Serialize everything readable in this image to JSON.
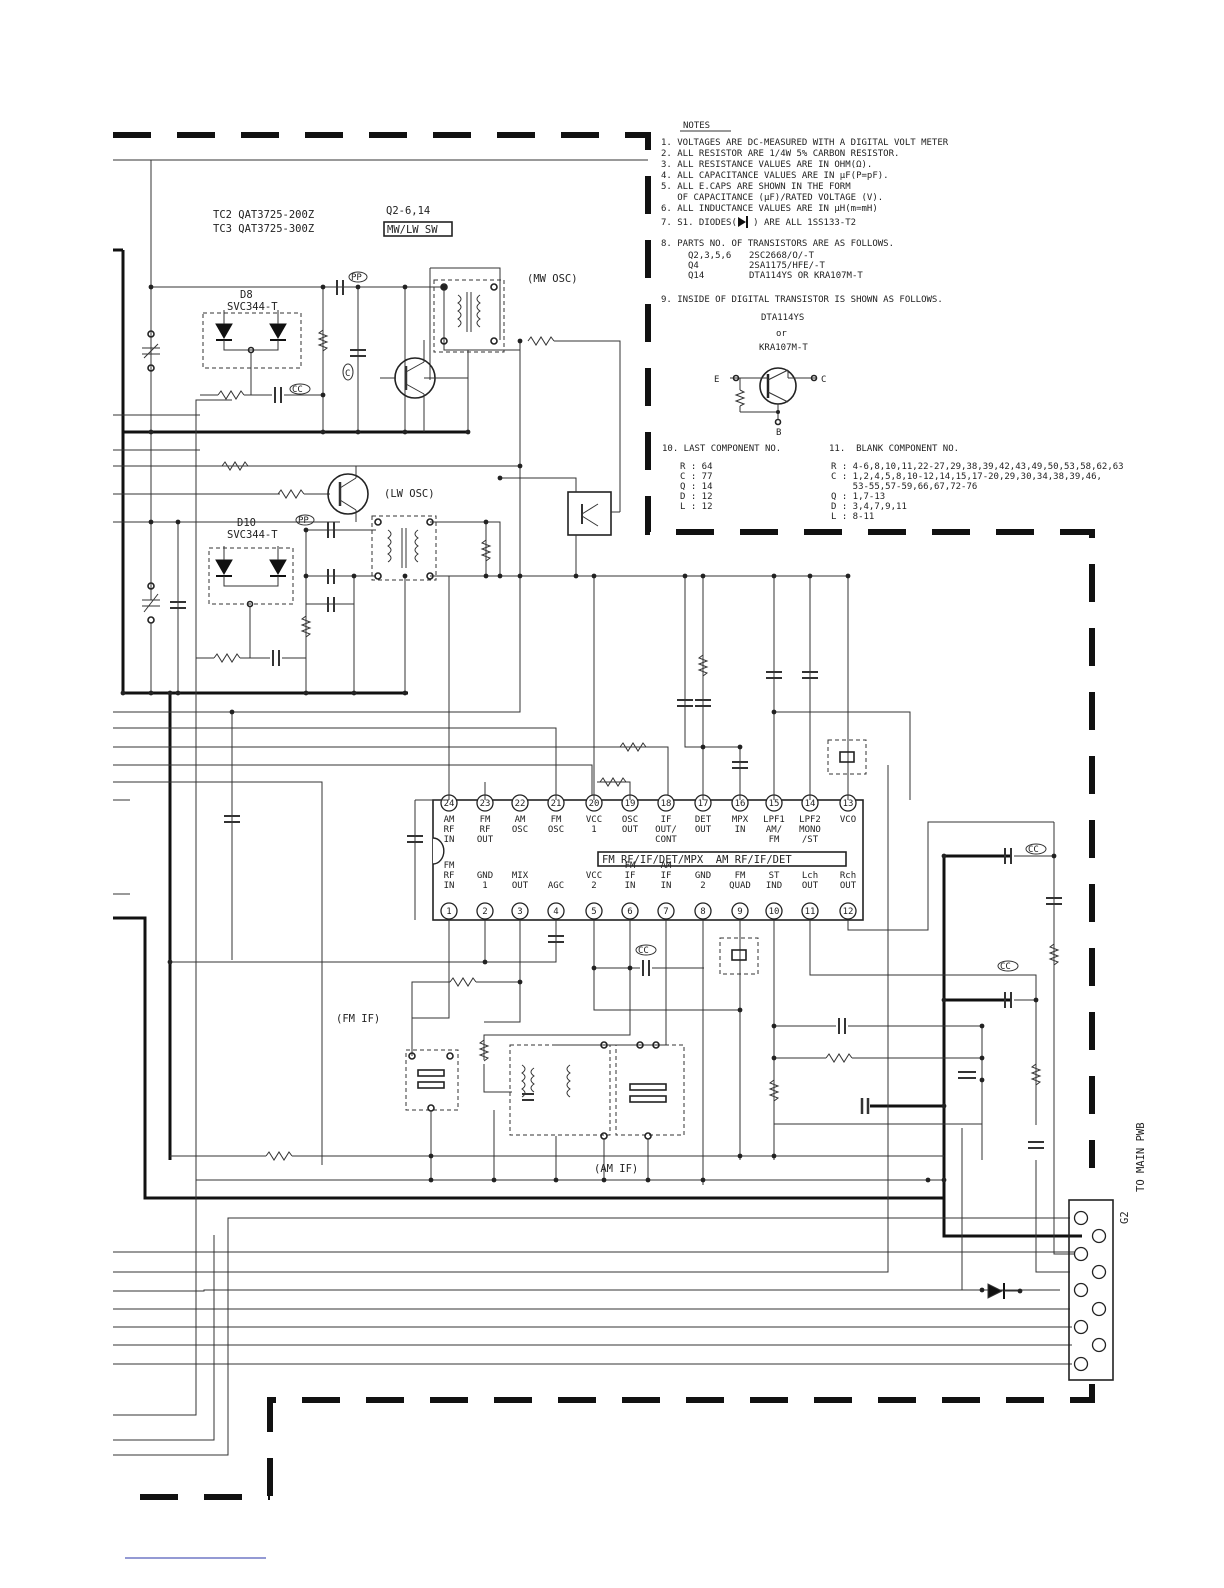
{
  "notes": {
    "title": "NOTES",
    "lines": [
      "1. VOLTAGES ARE DC-MEASURED WITH A DIGITAL VOLT METER",
      "2. ALL RESISTOR ARE 1/4W  5% CARBON RESISTOR.",
      "3. ALL RESISTANCE VALUES ARE IN OHM(Ω).",
      "4. ALL CAPACITANCE VALUES ARE IN μF(P=pF).",
      "5. ALL E.CAPS ARE SHOWN IN THE FORM",
      "   OF CAPACITANCE (μF)/RATED VOLTAGE (V).",
      "6. ALL INDUCTANCE VALUES ARE IN μH(m=mH)",
      "7. S1. DIODES(   ) ARE ALL 1SS133-T2"
    ],
    "transistor_heading": "8. PARTS NO. OF TRANSISTORS ARE AS FOLLOWS.",
    "transistors": [
      {
        "ref": "Q2,3,5,6",
        "part": "2SC2668/O/-T"
      },
      {
        "ref": "Q4",
        "part": "2SA1175/HFE/-T"
      },
      {
        "ref": "Q14",
        "part": "DTA114YS OR KRA107M-T"
      }
    ],
    "digital_heading": "9. INSIDE OF DIGITAL TRANSISTOR IS SHOWN AS FOLLOWS.",
    "digital_part1": "DTA114YS",
    "digital_or": "or",
    "digital_part2": "KRA107M-T",
    "pin_e": "E",
    "pin_c": "C",
    "pin_b": "B",
    "last_heading": "10. LAST COMPONENT NO.",
    "last": [
      "R : 64",
      "C : 77",
      "Q : 14",
      "D : 12",
      "L : 12"
    ],
    "blank_heading": "11.  BLANK COMPONENT NO.",
    "blank": [
      "R : 4-6,8,10,11,22-27,29,38,39,42,43,49,50,53,58,62,63",
      "C : 1,2,4,5,8,10-12,14,15,17-20,29,30,34,38,39,46,",
      "    53-55,57-59,66,67,72-76",
      "Q : 1,7-13",
      "D : 3,4,7,9,11",
      "L : 8-11"
    ]
  },
  "labels": {
    "tc2": "TC2 QAT3725-200Z",
    "tc3": "TC3 QAT3725-300Z",
    "q_ref": "Q2-6,14",
    "switch": "MW/LW SW",
    "mw_osc": "(MW OSC)",
    "lw_osc": "(LW OSC)",
    "d8": "D8",
    "d8_part": "SVC344-T",
    "d10": "D10",
    "d10_part": "SVC344-T",
    "fm_if": "(FM IF)",
    "am_if": "(AM IF)",
    "to_main": "TO MAIN PWB",
    "g2": "G2",
    "pp": "PP",
    "cc": "CC",
    "c": "C",
    "ic_title": "FM RF/IF/DET/MPX  AM RF/IF/DET"
  },
  "ic_top_pins": [
    {
      "num": "24",
      "label": "AM\nRF\nIN"
    },
    {
      "num": "23",
      "label": "FM\nRF\nOUT"
    },
    {
      "num": "22",
      "label": "AM\nOSC"
    },
    {
      "num": "21",
      "label": "FM\nOSC"
    },
    {
      "num": "20",
      "label": "VCC\n1"
    },
    {
      "num": "19",
      "label": "OSC\nOUT"
    },
    {
      "num": "18",
      "label": "IF\nOUT/\nCONT"
    },
    {
      "num": "17",
      "label": "DET\nOUT"
    },
    {
      "num": "16",
      "label": "MPX\nIN"
    },
    {
      "num": "15",
      "label": "LPF1\nAM/\nFM"
    },
    {
      "num": "14",
      "label": "LPF2\nMONO\n/ST"
    },
    {
      "num": "13",
      "label": "VCO"
    }
  ],
  "ic_bottom_pins": [
    {
      "num": "1",
      "label": "FM\nRF\nIN"
    },
    {
      "num": "2",
      "label": "GND\n1"
    },
    {
      "num": "3",
      "label": "MIX\nOUT"
    },
    {
      "num": "4",
      "label": "AGC"
    },
    {
      "num": "5",
      "label": "VCC\n2"
    },
    {
      "num": "6",
      "label": "FM\nIF\nIN"
    },
    {
      "num": "7",
      "label": "AM\nIF\nIN"
    },
    {
      "num": "8",
      "label": "GND\n2"
    },
    {
      "num": "9",
      "label": "FM\nQUAD"
    },
    {
      "num": "10",
      "label": "ST\nIND"
    },
    {
      "num": "11",
      "label": "Lch\nOUT"
    },
    {
      "num": "12",
      "label": "Rch\nOUT"
    }
  ]
}
